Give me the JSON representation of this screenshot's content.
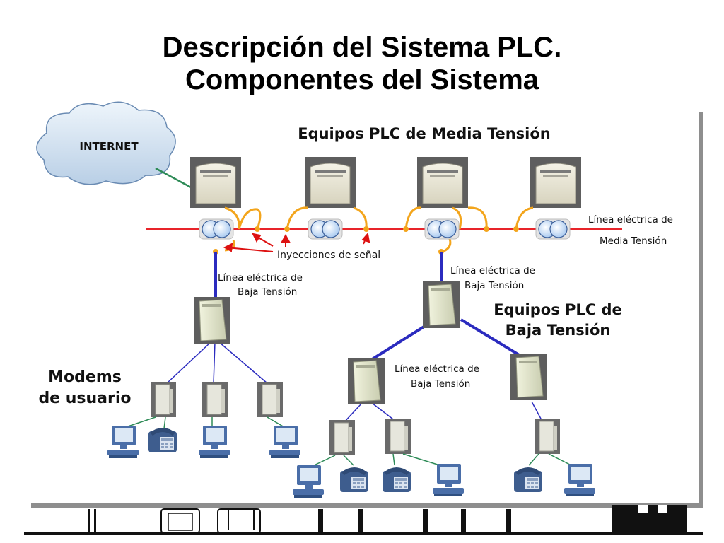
{
  "title": {
    "line1": "Descripción del Sistema PLC.",
    "line2": "Componentes del Sistema"
  },
  "diagram": {
    "internet_label": "INTERNET",
    "mv_header": "Equipos PLC de Media Tensión",
    "mv_line_label_1": "Línea eléctrica de",
    "mv_line_label_2": "Media Tensión",
    "injection_label": "Inyecciones de señal",
    "lv_line_left_1": "Línea eléctrica de",
    "lv_line_left_2": "Baja Tensión",
    "lv_line_right_1": "Línea eléctrica de",
    "lv_line_right_2": "Baja Tensión",
    "lv_header_1": "Equipos PLC de",
    "lv_header_2": "Baja Tensión",
    "lv_line_mid_1": "Línea eléctrica de",
    "lv_line_mid_2": "Baja Tensión",
    "modems_1": "Modems",
    "modems_2": "de usuario"
  },
  "colors": {
    "mv_line": "#e8242a",
    "lv_line": "#2b2bbf",
    "coupling": "#f3a51c",
    "internet_link": "#2e8b57"
  },
  "icons": [
    "cloud-icon",
    "mv-plc-device-icon",
    "coupler-icon",
    "lv-plc-device-icon",
    "modem-icon",
    "computer-icon",
    "phone-icon"
  ]
}
